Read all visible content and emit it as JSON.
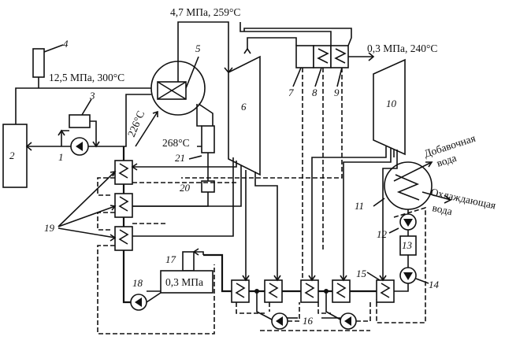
{
  "params": {
    "p_steam_gen": "12,5 МПа, 300°С",
    "p_hp_inlet": "4,7 МПа, 259°С",
    "p_lp_inlet": "0,3 МПа, 240°С",
    "t_226": "226°С",
    "t_268": "268°С",
    "p_deaerator": "0,3 МПа"
  },
  "labels": {
    "makeup_line1": "Добавочная",
    "makeup_line2": "вода",
    "cooling_line1": "Охлаждающая",
    "cooling_line2": "вода"
  },
  "numbers": {
    "n1": "1",
    "n2": "2",
    "n3": "3",
    "n4": "4",
    "n5": "5",
    "n6": "6",
    "n7": "7",
    "n8": "8",
    "n9": "9",
    "n10": "10",
    "n11": "11",
    "n12": "12",
    "n13": "13",
    "n14": "14",
    "n15": "15",
    "n16": "16",
    "n17": "17",
    "n18": "18",
    "n19": "19",
    "n20": "20",
    "n21": "21"
  }
}
